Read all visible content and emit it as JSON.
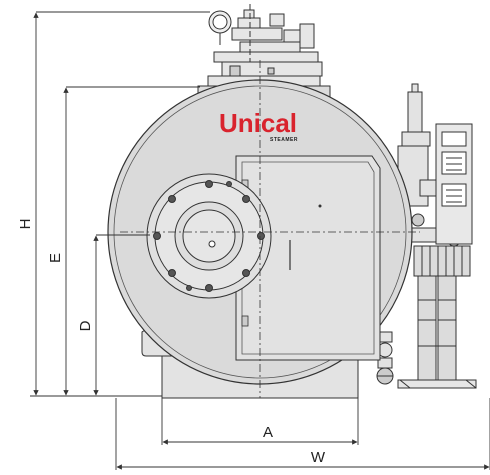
{
  "brand": {
    "name": "Unical",
    "subtitle": "STEAMER",
    "color": "#d9232d"
  },
  "dimensions": {
    "H": "H",
    "E": "E",
    "D": "D",
    "A": "A",
    "W": "W"
  },
  "colors": {
    "line": "#333333",
    "body_fill": "#d9d9d9",
    "door_fill": "#e6e6e6",
    "base_fill": "#e3e3e3"
  }
}
